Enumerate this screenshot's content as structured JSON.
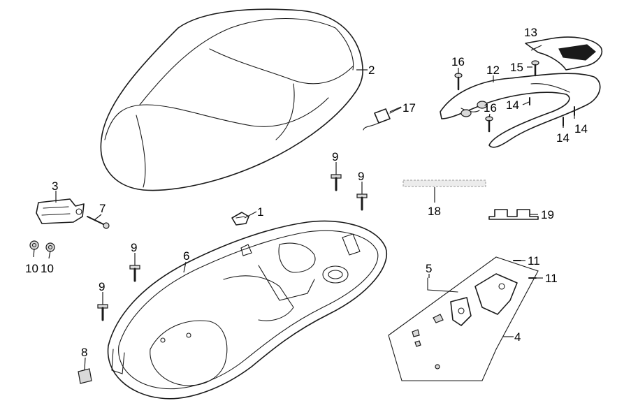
{
  "callouts": [
    {
      "id": "c1",
      "text": "1"
    },
    {
      "id": "c2",
      "text": "2"
    },
    {
      "id": "c3",
      "text": "3"
    },
    {
      "id": "c4",
      "text": "4"
    },
    {
      "id": "c5",
      "text": "5"
    },
    {
      "id": "c6",
      "text": "6"
    },
    {
      "id": "c7",
      "text": "7"
    },
    {
      "id": "c8",
      "text": "8"
    },
    {
      "id": "c9a",
      "text": "9"
    },
    {
      "id": "c9b",
      "text": "9"
    },
    {
      "id": "c9c",
      "text": "9"
    },
    {
      "id": "c9d",
      "text": "9"
    },
    {
      "id": "c10a",
      "text": "10"
    },
    {
      "id": "c10b",
      "text": "10"
    },
    {
      "id": "c11a",
      "text": "11"
    },
    {
      "id": "c11b",
      "text": "11"
    },
    {
      "id": "c12",
      "text": "12"
    },
    {
      "id": "c13",
      "text": "13"
    },
    {
      "id": "c14a",
      "text": "14"
    },
    {
      "id": "c14b",
      "text": "14"
    },
    {
      "id": "c14c",
      "text": "14"
    },
    {
      "id": "c15",
      "text": "15"
    },
    {
      "id": "c16a",
      "text": "16"
    },
    {
      "id": "c16b",
      "text": "16"
    },
    {
      "id": "c17",
      "text": "17"
    },
    {
      "id": "c18",
      "text": "18"
    },
    {
      "id": "c19",
      "text": "19"
    }
  ]
}
